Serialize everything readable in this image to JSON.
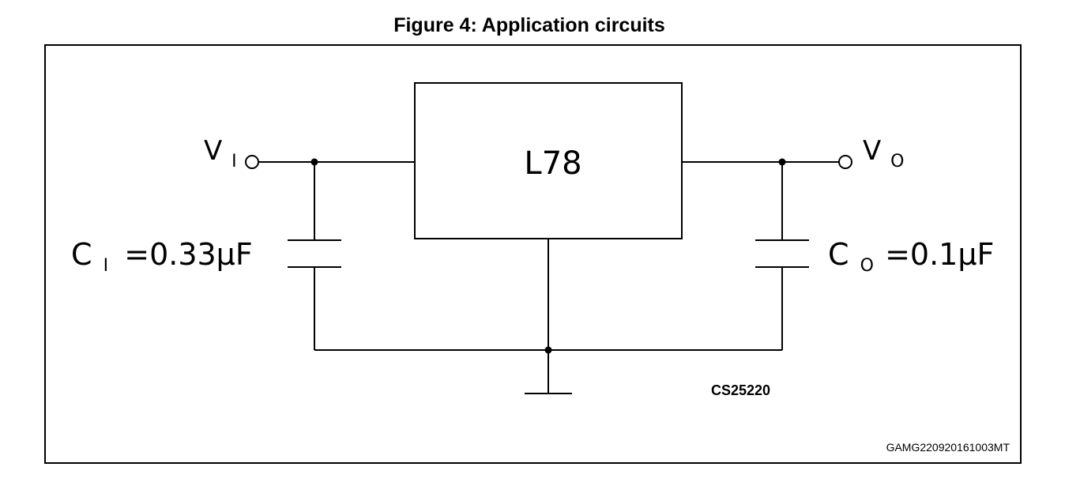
{
  "figure": {
    "title": "Figure 4: Application circuits",
    "reference_code": "GAMG220920161003MT",
    "drawing_id": "CS25220"
  },
  "regulator": {
    "label": "L78"
  },
  "terminals": {
    "input": {
      "letter": "V",
      "subscript": "I"
    },
    "output": {
      "letter": "V",
      "subscript": "O"
    }
  },
  "capacitors": {
    "input": {
      "letter": "C",
      "subscript": "I",
      "value": "=0.33µF"
    },
    "output": {
      "letter": "C",
      "subscript": "O",
      "value": "=0.1µF"
    }
  }
}
